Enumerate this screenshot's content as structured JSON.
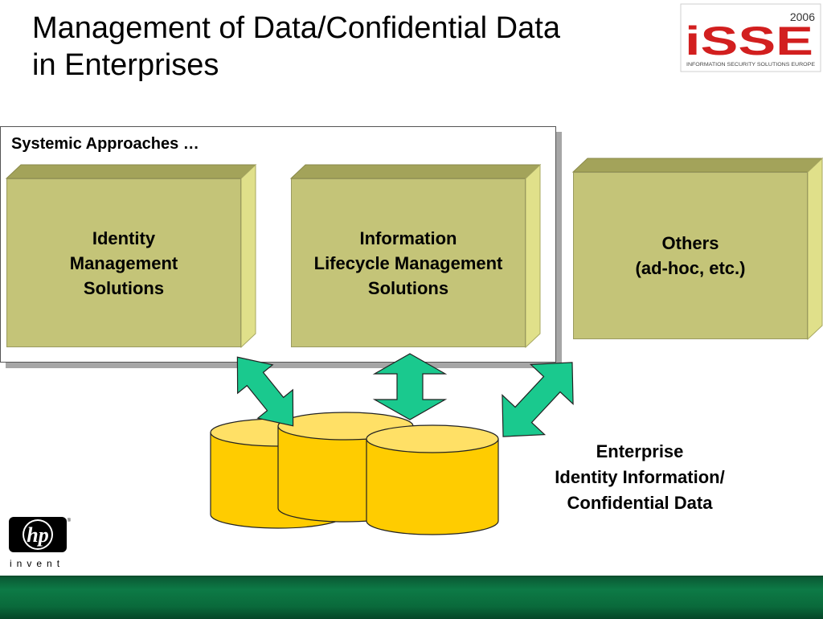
{
  "title": {
    "line1": "Management of Data/Confidential Data",
    "line2": "in Enterprises"
  },
  "isse_logo": {
    "year": "2006",
    "wordmark": "iSSE",
    "tagline": "INFORMATION SECURITY SOLUTIONS EUROPE"
  },
  "systemic": {
    "label": "Systemic Approaches …",
    "boxes": [
      {
        "line1": "Identity",
        "line2": "Management",
        "line3": "Solutions"
      },
      {
        "line1": "Information",
        "line2": "Lifecycle Management",
        "line3": "Solutions"
      }
    ]
  },
  "others": {
    "line1": "Others",
    "line2": "(ad-hoc, etc.)"
  },
  "enterprise": {
    "line1": "Enterprise",
    "line2": "Identity Information/",
    "line3": "Confidential Data"
  },
  "hp_logo": {
    "mark": "hp",
    "tagline": "invent"
  },
  "colors": {
    "box_face": "#c4c478",
    "box_top": "#a3a35a",
    "box_side": "#e0e08a",
    "arrow": "#1ac98e",
    "cylinder_body": "#ffcc00",
    "cylinder_top": "#ffe066",
    "footer": "#0a6a3b"
  }
}
